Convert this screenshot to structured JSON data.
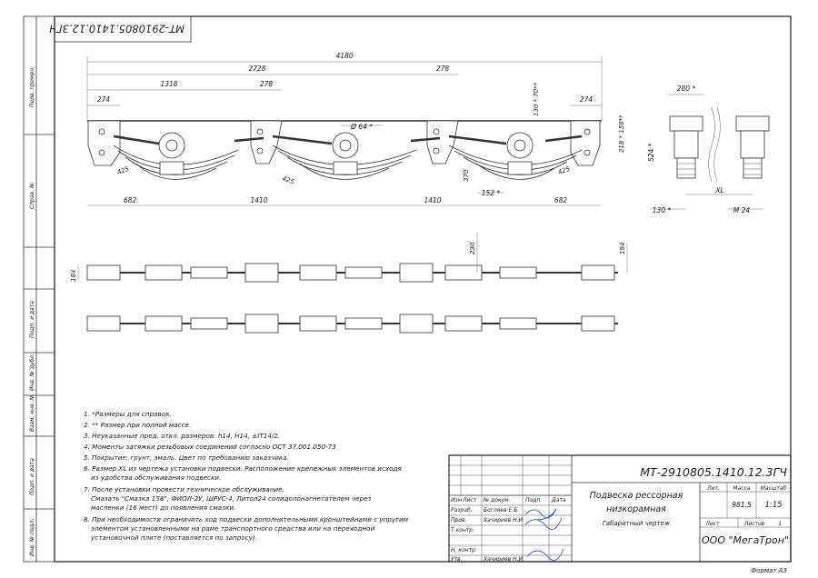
{
  "designation": "МТ-2910805.1410.12.3ГЧ",
  "designation_rotated": "МТ-2910805.1410.12.3ГЧ",
  "left_strip": {
    "perv_primen": "Перв. примен.",
    "sprav_no": "Справ. №",
    "podp_data_1": "Подп. и дата",
    "inv_dubl": "Инв. № дубл.",
    "vzam_inv": "Взам. инв. №",
    "podp_data_2": "Подп. и дата",
    "inv_podl": "Инв. № подл."
  },
  "dimensions": {
    "overall": "4180",
    "d2728": "2728",
    "d1318": "1318",
    "d278_a": "278",
    "d278_b": "278",
    "d274_left": "274",
    "d274_right": "274",
    "diam64": "Ø 64 *",
    "d130_70": "130 * 70**",
    "d218_158": "218 * 158**",
    "d425_a": "425",
    "d425_b": "425",
    "d425_c": "425",
    "d370": "370",
    "d152": "152 *",
    "d682_left": "682",
    "d1410_a": "1410",
    "d1410_b": "1410",
    "d682_right": "682",
    "d280": "280 *",
    "d524": "524 *",
    "xl": "XL",
    "d130_side": "130 *",
    "m24": "M 24",
    "d230": "230",
    "d184_right": "184",
    "d184_left": "184"
  },
  "notes": [
    "1. *Размеры для справок.",
    "2. ** Размер при полной массе.",
    "3. Неуказанные пред. откл. размеров: h14, H14, ±IT14/2.",
    "4. Моменты затяжки резьбовых соединений согласно ОСТ 37.001.050-73",
    "5. Покрытие: грунт, эмаль. Цвет по требованию заказчика.",
    "6. Размер XL из чертежа установки подвески. Расположение крепежных элементов исходя",
    "из удобства обслуживания подвески.",
    "7. После установки провести техническое обслуживание.",
    "Смазать \"Смазка 158\", ФИОЛ-2У, ШРУС-4, Литол24 солидолонагнетателем через",
    "масленки (16 мест) до появления смазки.",
    "8. При необходимости ограничить ход подвески дополнительными кронштейнами с упругим",
    "элементом установленными на раме транспортного средства или на переходной",
    "установочной плите (поставляется по запросу)."
  ],
  "title_block": {
    "headers": [
      "Изм",
      "Лист",
      "№ докум.",
      "Подп.",
      "Дата"
    ],
    "roles": [
      {
        "role": "Разраб.",
        "name": "Богляев Е.Б."
      },
      {
        "role": "Пров.",
        "name": "Хачириев Н.И."
      },
      {
        "role": "Т.контр.",
        "name": ""
      },
      {
        "role": "",
        "name": ""
      },
      {
        "role": "Н. контр.",
        "name": ""
      },
      {
        "role": "Утв.",
        "name": "Хачириев Н.И."
      }
    ],
    "title_lines": [
      "Подвеска рессорная",
      "низкорамная",
      "Габаритный чертеж"
    ],
    "lit_label": "Лит.",
    "mass_label": "Масса",
    "scale_label": "Масштаб",
    "mass": "981.5",
    "scale": "1:15",
    "sheet_label": "Лист",
    "sheets_label": "Листов",
    "sheets": "1",
    "company": "ООО \"МегаТрон\"",
    "format": "Формат А3"
  }
}
